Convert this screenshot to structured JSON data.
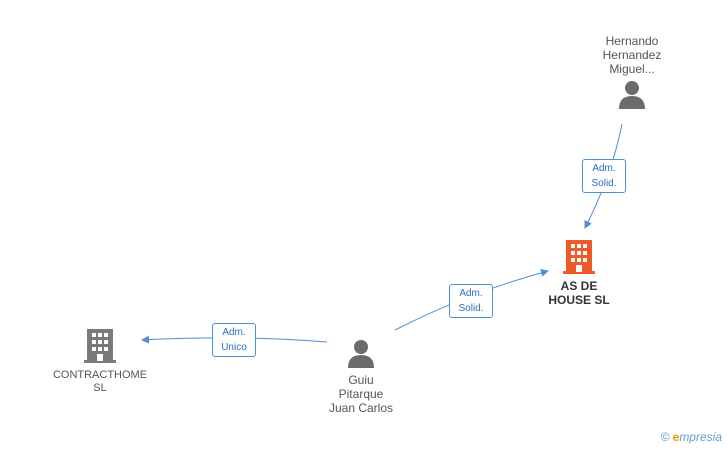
{
  "nodes": {
    "hernando": {
      "label": "Hernando\nHernandez\nMiguel..."
    },
    "asde": {
      "label": "AS DE\nHOUSE SL"
    },
    "guiu": {
      "label": "Guiu\nPitarque\nJuan Carlos"
    },
    "contracthome": {
      "label": "CONTRACTHOME\nSL"
    }
  },
  "roles": {
    "hernando_asde": "Adm.\nSolid.",
    "guiu_asde": "Adm.\nSolid.",
    "guiu_contracthome": "Adm.\nUnico"
  },
  "brand": {
    "copyright": "©",
    "e": "e",
    "rest": "mpresia"
  },
  "colors": {
    "edge": "#4a90d9",
    "person": "#6b6b6b",
    "company": "#7a7a7a",
    "focus_company": "#f05a28"
  }
}
